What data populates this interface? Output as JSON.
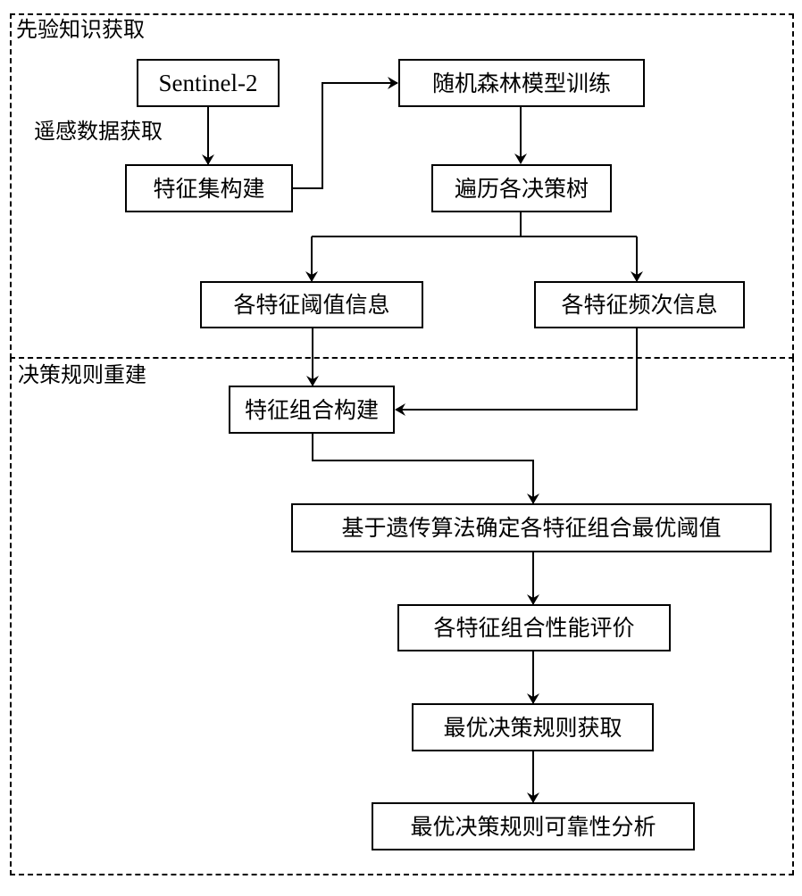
{
  "regions": [
    {
      "id": "prior",
      "label": "先验知识获取"
    },
    {
      "id": "rebuild",
      "label": "决策规则重建"
    }
  ],
  "nodes": {
    "sentinel": "Sentinel-2",
    "feature_set": "特征集构建",
    "rf_train": "随机森林模型训练",
    "traverse": "遍历各决策树",
    "threshold_info": "各特征阈值信息",
    "frequency_info": "各特征频次信息",
    "feature_combo": "特征组合构建",
    "ga_threshold": "基于遗传算法确定各特征组合最优阈值",
    "combo_eval": "各特征组合性能评价",
    "best_rule": "最优决策规则获取",
    "reliability": "最优决策规则可靠性分析"
  },
  "edge_labels": {
    "sentinel_to_feature_set": "遥感数据获取"
  },
  "edges": [
    [
      "sentinel",
      "feature_set"
    ],
    [
      "feature_set",
      "rf_train"
    ],
    [
      "rf_train",
      "traverse"
    ],
    [
      "traverse",
      "threshold_info"
    ],
    [
      "traverse",
      "frequency_info"
    ],
    [
      "threshold_info",
      "feature_combo"
    ],
    [
      "frequency_info",
      "feature_combo"
    ],
    [
      "feature_combo",
      "ga_threshold"
    ],
    [
      "ga_threshold",
      "combo_eval"
    ],
    [
      "combo_eval",
      "best_rule"
    ],
    [
      "best_rule",
      "reliability"
    ]
  ]
}
